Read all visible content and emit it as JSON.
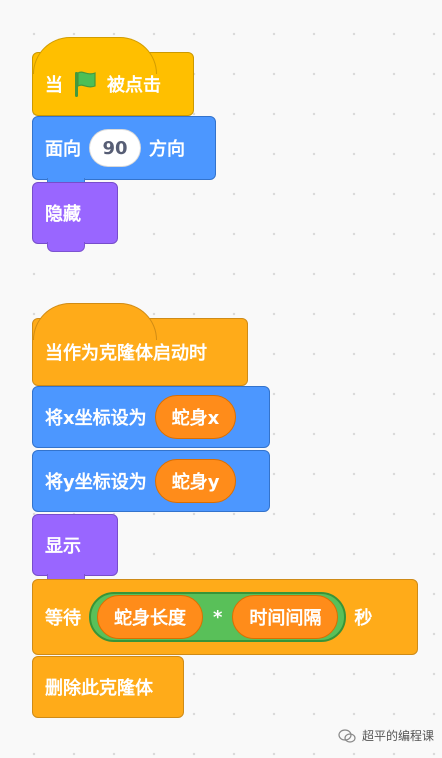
{
  "script1": {
    "hat_prefix": "当",
    "hat_suffix": "被点击",
    "point_label_left": "面向",
    "point_value": "90",
    "point_label_right": "方向",
    "hide_label": "隐藏"
  },
  "script2": {
    "hat_label": "当作为克隆体启动时",
    "setx_label": "将x坐标设为",
    "setx_value": "蛇身x",
    "sety_label": "将y坐标设为",
    "sety_value": "蛇身y",
    "show_label": "显示",
    "wait_label_left": "等待",
    "wait_operand_left": "蛇身长度",
    "wait_operator": "*",
    "wait_operand_right": "时间间隔",
    "wait_label_right": "秒",
    "delete_label": "删除此克隆体"
  },
  "watermark": {
    "text": "超平的编程课"
  },
  "colors": {
    "events": "#ffbf00",
    "control": "#ffab19",
    "motion": "#4c97ff",
    "looks": "#9966ff",
    "variable": "#ff8c1a",
    "operator": "#59c059",
    "flag": "#4cbf56"
  }
}
